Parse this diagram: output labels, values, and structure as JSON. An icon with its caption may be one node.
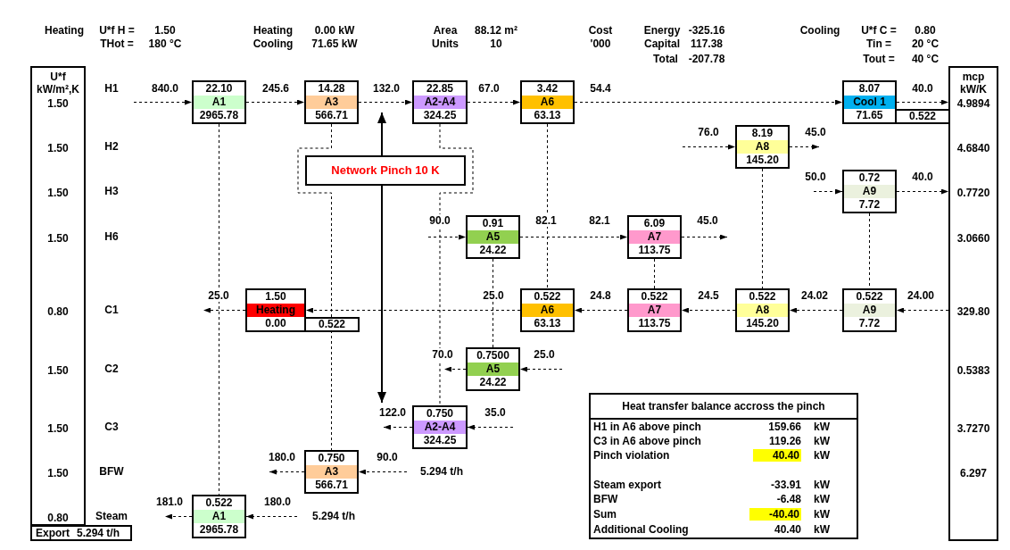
{
  "diagram": {
    "nodes": [
      {
        "text": [
          "22.10",
          "A1",
          "2965.78"
        ]
      },
      {
        "text": [
          "14.28",
          "A3",
          "566.71"
        ]
      },
      {
        "text": [
          "22.85",
          "A2-A4",
          "324.25"
        ]
      },
      {
        "text": [
          "3.42",
          "A6",
          "63.13"
        ]
      },
      {
        "text": [
          "8.07",
          "Cool 1",
          "71.65"
        ],
        "beside": [
          "0.522"
        ]
      },
      {
        "text": [
          "8.19",
          "A8",
          "145.20"
        ]
      },
      {
        "text": [
          "Network Pinch 10 K"
        ]
      },
      {
        "text": [
          "0.72",
          "A9",
          "7.72"
        ]
      },
      {
        "text": [
          "0.91",
          "A5",
          "24.22"
        ]
      },
      {
        "text": [
          "6.09",
          "A7",
          "113.75"
        ]
      },
      {
        "text": [
          "1.50",
          "Heating",
          "0.00"
        ],
        "beside": [
          "0.522"
        ]
      },
      {
        "text": [
          "0.522",
          "A6",
          "63.13"
        ]
      },
      {
        "text": [
          "0.522",
          "A7",
          "113.75"
        ]
      },
      {
        "text": [
          "0.522",
          "A8",
          "145.20"
        ]
      },
      {
        "text": [
          "0.522",
          "A9",
          "7.72"
        ]
      },
      {
        "text": [
          "0.7500",
          "A5",
          "24.22"
        ]
      },
      {
        "text": [
          "Heat transfer balance accross the pinch"
        ]
      },
      {
        "text": [
          "0.750",
          "A2-A4",
          "324.25"
        ]
      },
      {
        "text": [
          "0.750",
          "A3",
          "566.71"
        ]
      },
      {
        "text": [
          "0.522",
          "A1",
          "2965.78"
        ]
      },
      {
        "text": [
          "U*f kW/m²,K",
          "1.50",
          "1.50",
          "1.50",
          "1.50",
          "0.80",
          "1.50",
          "1.50",
          "1.50",
          "0.80"
        ]
      },
      {
        "text": [
          "mcp kW/K",
          "4.9894",
          "4.6840",
          "0.7720",
          "3.0660",
          "329.80",
          "0.5383",
          "3.7270",
          "6.297"
        ]
      },
      {
        "text": [
          "Export",
          "5.294 t/h"
        ]
      }
    ],
    "edges": [
      {
        "from": null,
        "to": 0,
        "arrow": "to",
        "label": "840.0"
      },
      {
        "from": 0,
        "to": 1,
        "arrow": "to",
        "label": "245.6"
      },
      {
        "from": 1,
        "to": 2,
        "arrow": "to",
        "label": "132.0"
      },
      {
        "from": 2,
        "to": 3,
        "arrow": "to",
        "label": "67.0"
      },
      {
        "from": 3,
        "to": 4,
        "arrow": "to",
        "label": "54.4"
      },
      {
        "from": 4,
        "to": 21,
        "arrow": "to",
        "label": "40.0"
      },
      {
        "from": null,
        "to": 5,
        "arrow": "to",
        "label": "76.0"
      },
      {
        "from": 5,
        "to": null,
        "arrow": "to",
        "label": "45.0"
      },
      {
        "from": null,
        "to": 7,
        "arrow": "to",
        "label": "50.0"
      },
      {
        "from": 7,
        "to": 21,
        "arrow": "to",
        "label": "40.0"
      },
      {
        "from": null,
        "to": 8,
        "arrow": "to",
        "label": "90.0"
      },
      {
        "from": 8,
        "to": 9,
        "arrow": "to",
        "label": "82.1"
      },
      {
        "from": 9,
        "to": null,
        "arrow": "to",
        "label": "45.0"
      },
      {
        "from": 21,
        "to": 14,
        "arrow": "to",
        "label": "24.00"
      },
      {
        "from": 14,
        "to": 13,
        "arrow": "to",
        "label": "24.02"
      },
      {
        "from": 13,
        "to": 12,
        "arrow": "to",
        "label": "24.5"
      },
      {
        "from": 12,
        "to": 11,
        "arrow": "to",
        "label": "24.8"
      },
      {
        "from": 11,
        "to": 10,
        "arrow": "to",
        "label": "25.0"
      },
      {
        "from": 10,
        "to": null,
        "arrow": "to",
        "label": "25.0"
      },
      {
        "from": null,
        "to": 15,
        "arrow": "to",
        "label": "25.0"
      },
      {
        "from": 15,
        "to": null,
        "arrow": "to",
        "label": "70.0"
      },
      {
        "from": null,
        "to": 17,
        "arrow": "to",
        "label": "35.0"
      },
      {
        "from": 17,
        "to": null,
        "arrow": "to",
        "label": "122.0"
      },
      {
        "from": null,
        "to": 18,
        "arrow": "to",
        "label": "90.0"
      },
      {
        "from": 18,
        "to": null,
        "arrow": "to",
        "label": "180.0"
      },
      {
        "from": null,
        "to": 19,
        "arrow": "to",
        "label": "180.0"
      },
      {
        "from": 19,
        "to": null,
        "arrow": "to",
        "label": "181.0"
      },
      {
        "from": 0,
        "to": 19,
        "arrow": "none"
      },
      {
        "from": 1,
        "to": 18,
        "arrow": "none"
      },
      {
        "from": 2,
        "to": 17,
        "arrow": "none"
      },
      {
        "from": 3,
        "to": 11,
        "arrow": "none"
      },
      {
        "from": 5,
        "to": 13,
        "arrow": "none"
      },
      {
        "from": 7,
        "to": 14,
        "arrow": "none"
      },
      {
        "from": 8,
        "to": 15,
        "arrow": "none"
      },
      {
        "from": 9,
        "to": 12,
        "arrow": "none"
      }
    ],
    "labels": [
      "Heating",
      "U*f H =",
      "1.50",
      "Heating",
      "0.00 kW",
      "Area",
      "88.12 m²",
      "Cost",
      "Energy",
      "-325.16",
      "Cooling",
      "U*f C =",
      "0.80",
      "THot =",
      "180 °C",
      "Cooling",
      "71.65 kW",
      "Units",
      "10",
      "'000",
      "Capital",
      "117.38",
      "Tin =",
      "20 °C",
      "Total",
      "-207.78",
      "Tout =",
      "40 °C",
      "H1",
      "H2",
      "H3",
      "H6",
      "82.1",
      "C1",
      "C2",
      "C3",
      "BFW",
      "5.294 t/h",
      "Steam",
      "5.294 t/h",
      "H1 in A6 above pinch",
      "159.66",
      "kW",
      "C3 in A6 above pinch",
      "119.26",
      "kW",
      "Pinch violation",
      "40.40",
      "kW",
      "Steam export",
      "-33.91",
      "kW",
      "BFW",
      "-6.48",
      "kW",
      "Sum",
      "-40.40",
      "kW",
      "Additional Cooling",
      "40.40",
      "kW"
    ]
  }
}
